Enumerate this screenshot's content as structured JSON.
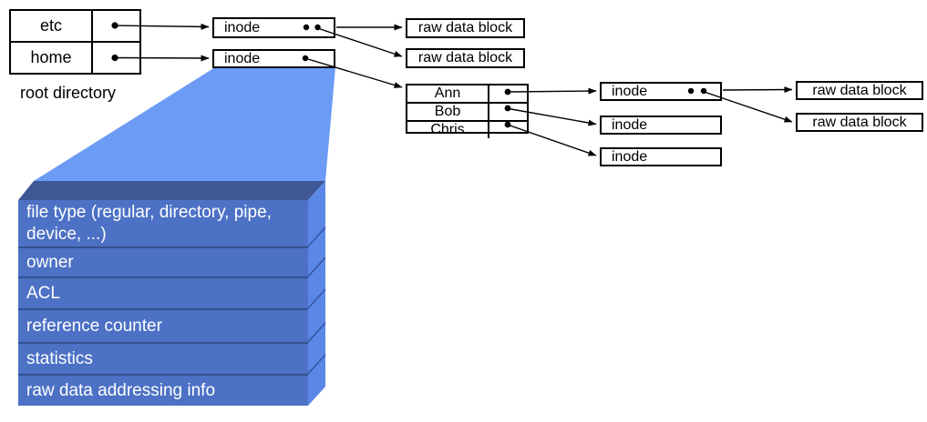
{
  "root_directory": {
    "label": "root directory",
    "entries": [
      "etc",
      "home"
    ]
  },
  "labels": {
    "inode": "inode",
    "raw_data_block": "raw data block"
  },
  "home_directory": {
    "entries": [
      "Ann",
      "Bob",
      "Chris"
    ]
  },
  "inode_structure": {
    "fields": [
      "file type (regular, directory, pipe, device, ...)",
      "owner",
      "ACL",
      "reference counter",
      "statistics",
      "raw data addressing info"
    ]
  },
  "colors": {
    "funnel": "#6C9BF5",
    "slab_front": "#4C71C5",
    "slab_top": "#3E5795",
    "slab_side": "#5B87E6",
    "slab_separator": "#33518F",
    "line": "#000000"
  }
}
